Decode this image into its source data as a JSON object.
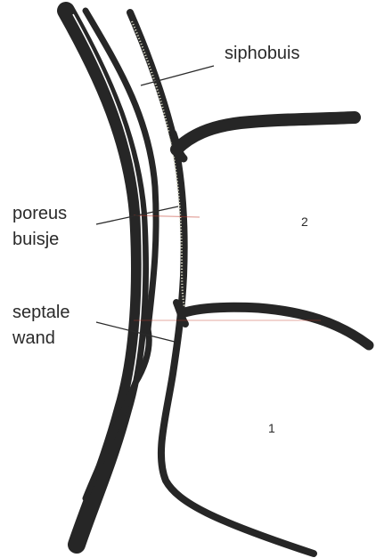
{
  "labels": {
    "siphobuis": "siphobuis",
    "poreus_line1": "poreus",
    "poreus_line2": "buisje",
    "septale_line1": "septale",
    "septale_line2": "wand",
    "chamber_2": "2",
    "chamber_1": "1"
  },
  "colors": {
    "shell_wall": "#262626",
    "porous_tube": "#d8d8c4",
    "faint_red_tint": "#c0392b",
    "background": "#ffffff"
  }
}
